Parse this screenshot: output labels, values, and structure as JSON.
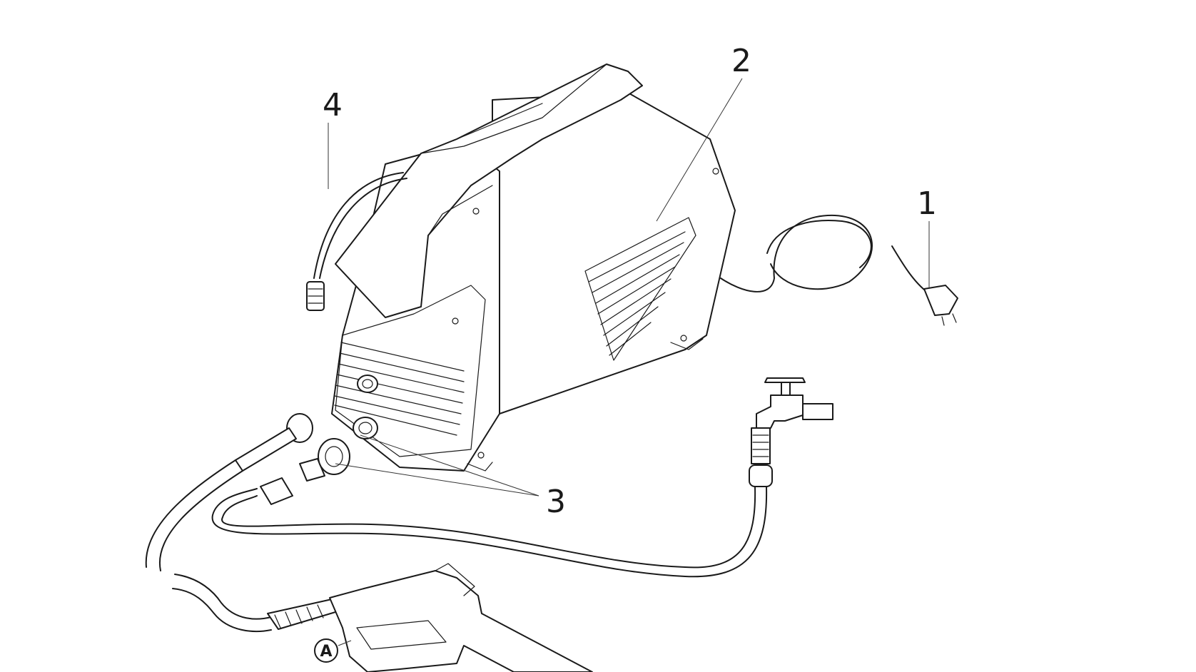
{
  "callouts": {
    "c1": "1",
    "c2": "2",
    "c3": "3",
    "c4": "4",
    "cA": "A"
  },
  "colors": {
    "line": "#1a1a1a",
    "background": "#ffffff"
  }
}
